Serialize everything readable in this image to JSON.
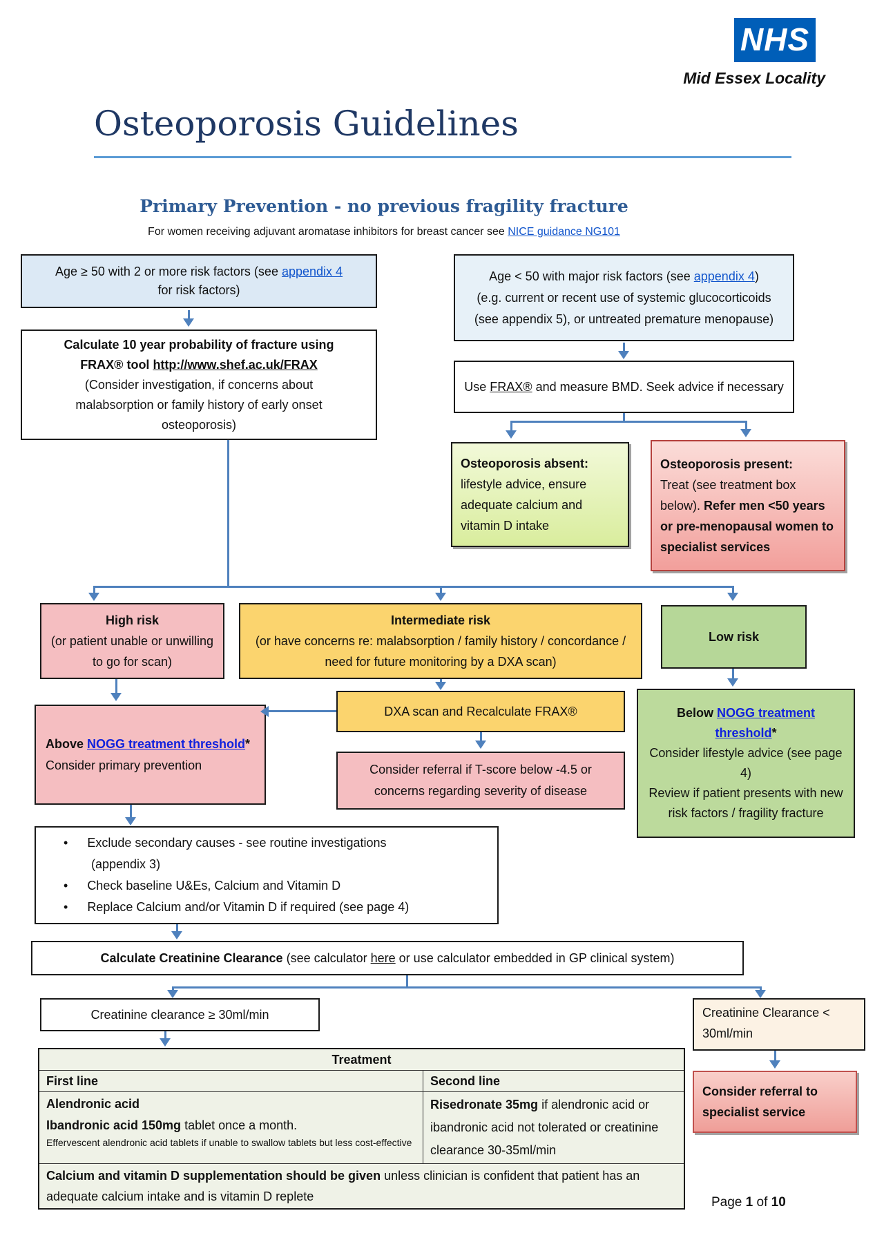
{
  "colors": {
    "nhs_blue": "#005EB8",
    "title_navy": "#1F3864",
    "subtitle_blue": "#2E5B94",
    "rule_blue": "#5B9BD5",
    "arrow_blue": "#4F81BD",
    "link_blue": "#1155CC",
    "nogg_link_blue": "#1122DD",
    "light_blue_box": "#DCE9F5",
    "yellow_box": "#FBD46E",
    "pink_box": "#F5BEC1",
    "green_box": "#B6D798",
    "cream_box": "#FCF2E4",
    "table_bg": "#EFF2E7"
  },
  "header": {
    "logo": "NHS",
    "locality": "Mid Essex Locality",
    "title": "Osteoporosis Guidelines"
  },
  "intro": {
    "subtitle": "Primary Prevention - no previous fragility fracture",
    "aromatase_prefix": "For women receiving adjuvant aromatase inhibitors for breast cancer see ",
    "aromatase_link": "NICE guidance NG101"
  },
  "flow": {
    "age50": {
      "line1_pre": "Age ≥ 50 with 2 or more risk factors (see ",
      "line1_link": "appendix 4",
      "line2": "for risk factors)"
    },
    "frax_calc": {
      "line1": "Calculate 10 year probability of fracture using",
      "line2_pre": "FRAX® tool ",
      "line2_link": "http://www.shef.ac.uk/FRAX",
      "line3": "(Consider investigation, if concerns about",
      "line4": "malabsorption or family history of early onset",
      "line5": "osteoporosis)"
    },
    "age_under50": {
      "line1_pre": "Age < 50 with major risk factors (see ",
      "line1_link": "appendix 4",
      "line1_post": ")",
      "line2": "(e.g. current or recent use of systemic glucocorticoids",
      "line3": "(see appendix 5), or untreated premature menopause)"
    },
    "use_frax": {
      "pre": "Use ",
      "link": "FRAX®",
      "post": " and measure BMD. Seek advice if necessary"
    },
    "op_absent": {
      "title": "Osteoporosis absent:",
      "body": "lifestyle advice, ensure adequate calcium and vitamin D intake"
    },
    "op_present": {
      "title": "Osteoporosis present:",
      "body_regular": "Treat (see treatment box below). ",
      "body_bold": "Refer men <50 years or pre-menopausal women to specialist services"
    },
    "high_risk": {
      "title": "High risk",
      "sub": "(or patient unable or unwilling to go for scan)"
    },
    "intermediate": {
      "title": "Intermediate risk",
      "sub": "(or have concerns re: malabsorption / family history / concordance / need for future monitoring by a DXA scan)"
    },
    "low_risk": {
      "title": "Low risk"
    },
    "dxa": {
      "label": "DXA scan and Recalculate FRAX®"
    },
    "above_nogg": {
      "bold_pre": "Above ",
      "link": "NOGG treatment threshold",
      "star": "*",
      "line2": "Consider primary prevention"
    },
    "tscore": {
      "body": "Consider referral if T-score below -4.5 or concerns regarding severity of disease"
    },
    "below_nogg": {
      "bold_pre": "Below ",
      "link_l1": "NOGG treatment",
      "link_l2": "threshold",
      "star": "*",
      "body1": "Consider lifestyle advice (see page 4)",
      "body2": "Review if patient presents with new risk factors / fragility fracture"
    },
    "bullets": {
      "item1_line1": "Exclude secondary causes - see routine investigations",
      "item1_line2": "(appendix 3)",
      "item2": "Check baseline U&Es, Calcium and Vitamin D",
      "item3": "Replace Calcium and/or Vitamin D if required (see page 4)"
    },
    "crcl_calc": {
      "bold": "Calculate Creatinine Clearance",
      "pre": " (see calculator ",
      "link": "here",
      "post": " or use calculator embedded in GP clinical system)"
    },
    "crcl_ge": {
      "label": "Creatinine clearance ≥ 30ml/min"
    },
    "crcl_lt": {
      "label": "Creatinine Clearance < 30ml/min"
    },
    "referral": {
      "label": "Consider referral to specialist service"
    }
  },
  "table": {
    "title": "Treatment",
    "first_header": "First line",
    "second_header": "Second line",
    "fl_drug": "Alendronic acid",
    "fl_bold": "Ibandronic acid 150mg",
    "fl_rest": " tablet once a month.",
    "fl_note": "Effervescent alendronic acid tablets if unable to swallow tablets but less cost-effective",
    "sl_bold": "Risedronate 35mg",
    "sl_rest": " if alendronic acid or ibandronic acid not tolerated or creatinine clearance 30-35ml/min",
    "foot_bold": "Calcium and vitamin D supplementation should be given",
    "foot_rest": " unless clinician is confident that patient has an adequate calcium intake and is vitamin D replete"
  },
  "footer": {
    "page_label": "Page ",
    "page_num": "1",
    "of_label": " of ",
    "page_total": "10"
  }
}
